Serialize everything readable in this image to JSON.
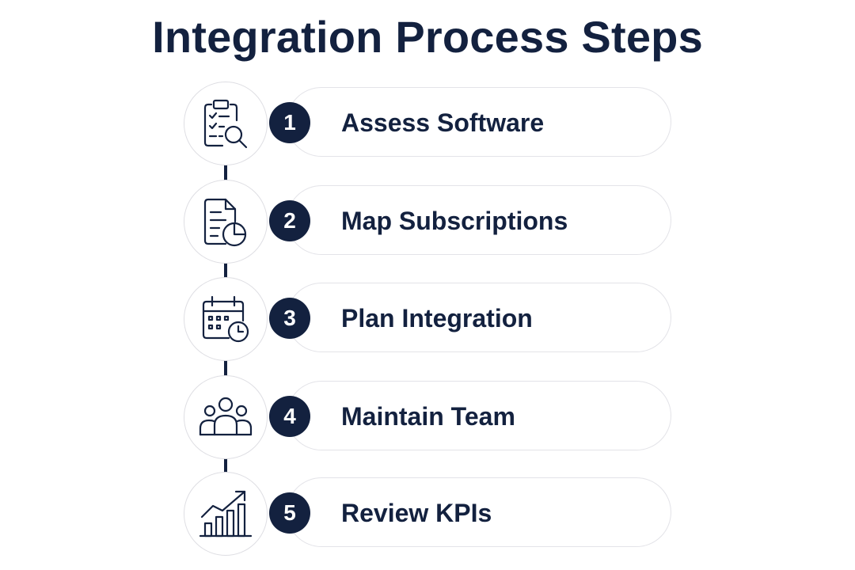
{
  "title": "Integration Process Steps",
  "colors": {
    "primary": "#13213f",
    "border": "#e3e3e8",
    "background": "#ffffff"
  },
  "steps": [
    {
      "number": "1",
      "label": "Assess Software",
      "icon": "clipboard-search-icon"
    },
    {
      "number": "2",
      "label": "Map Subscriptions",
      "icon": "document-pie-chart-icon"
    },
    {
      "number": "3",
      "label": "Plan Integration",
      "icon": "calendar-clock-icon"
    },
    {
      "number": "4",
      "label": "Maintain Team",
      "icon": "team-icon"
    },
    {
      "number": "5",
      "label": "Review KPIs",
      "icon": "growth-chart-icon"
    }
  ]
}
